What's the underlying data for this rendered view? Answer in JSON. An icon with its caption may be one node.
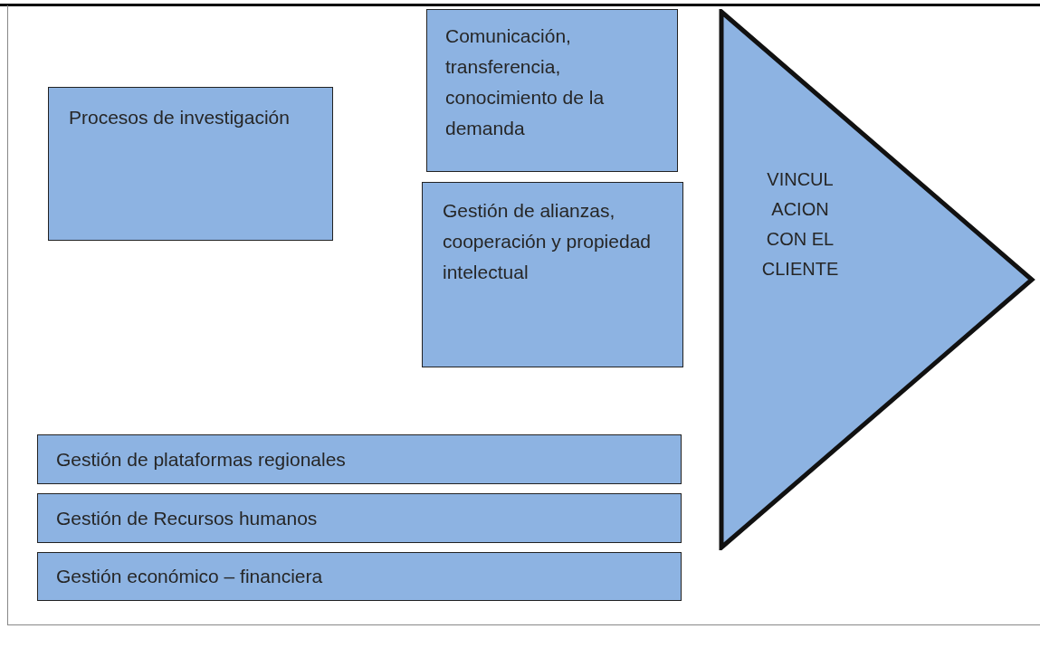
{
  "diagram": {
    "nodes": [
      {
        "text": [
          "Procesos de investigación"
        ]
      },
      {
        "text": [
          "Comunicación, transferencia, conocimiento de la demanda"
        ]
      },
      {
        "text": [
          "Gestión de alianzas, cooperación y propiedad intelectual"
        ]
      },
      {
        "text": [
          "VINCUL ACION CON EL CLIENTE"
        ]
      },
      {
        "text": [
          "Gestión de plataformas regionales"
        ]
      },
      {
        "text": [
          "Gestión de Recursos humanos"
        ]
      },
      {
        "text": [
          "Gestión económico – financiera"
        ]
      }
    ]
  }
}
